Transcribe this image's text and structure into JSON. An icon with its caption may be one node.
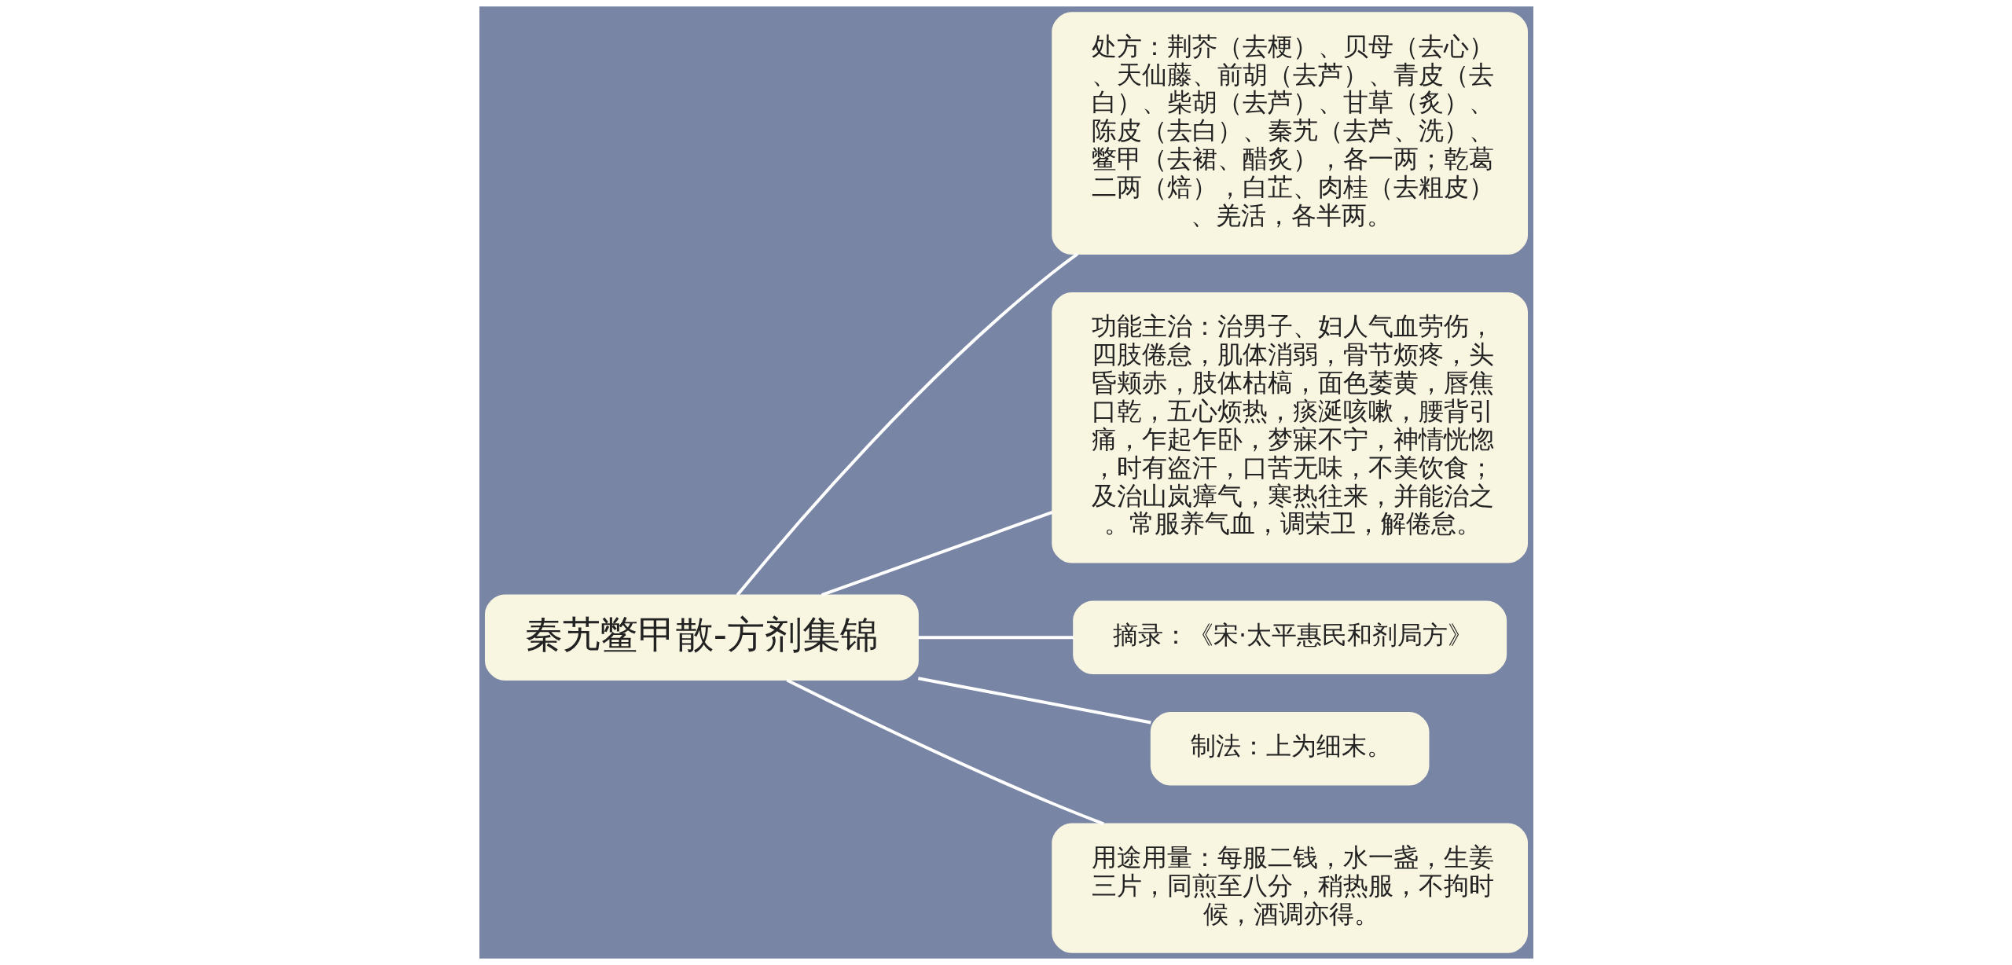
{
  "diagram": {
    "nodes": [
      {
        "text": [
          "秦艽鳖甲散-方剂集锦"
        ]
      },
      {
        "text": [
          "处方：荆芥（去梗）、贝母（去心）、天仙藤、前胡（去芦）、青皮（去白）、柴胡（去芦）、甘草（炙）、陈皮（去白）、秦艽（去芦、洗）、鳖甲（去裙、醋炙），各一两；乾葛二两（焙），白芷、肉桂（去粗皮）、羌活，各半两。"
        ]
      },
      {
        "text": [
          "功能主治：治男子、妇人气血劳伤，四肢倦怠，肌体消弱，骨节烦疼，头昏颊赤，肢体枯槁，面色萎黄，唇焦口乾，五心烦热，痰涎咳嗽，腰背引痛，乍起乍卧，梦寐不宁，神情恍惚，时有盗汗，口苦无味，不美饮食；及治山岚瘴气，寒热往来，并能治之。常服养气血，调荣卫，解倦怠。"
        ]
      },
      {
        "text": [
          "摘录：《宋·太平惠民和剂局方》"
        ]
      },
      {
        "text": [
          "制法：上为细末。"
        ]
      },
      {
        "text": [
          "用途用量：每服二钱，水一盏，生姜三片，同煎至八分，稍热服，不拘时候，酒调亦得。"
        ]
      }
    ],
    "edges": [
      {
        "from": 0,
        "to": 1,
        "arrow": "none"
      },
      {
        "from": 0,
        "to": 2,
        "arrow": "none"
      },
      {
        "from": 0,
        "to": 3,
        "arrow": "none"
      },
      {
        "from": 0,
        "to": 4,
        "arrow": "none"
      },
      {
        "from": 0,
        "to": 5,
        "arrow": "none"
      }
    ]
  }
}
